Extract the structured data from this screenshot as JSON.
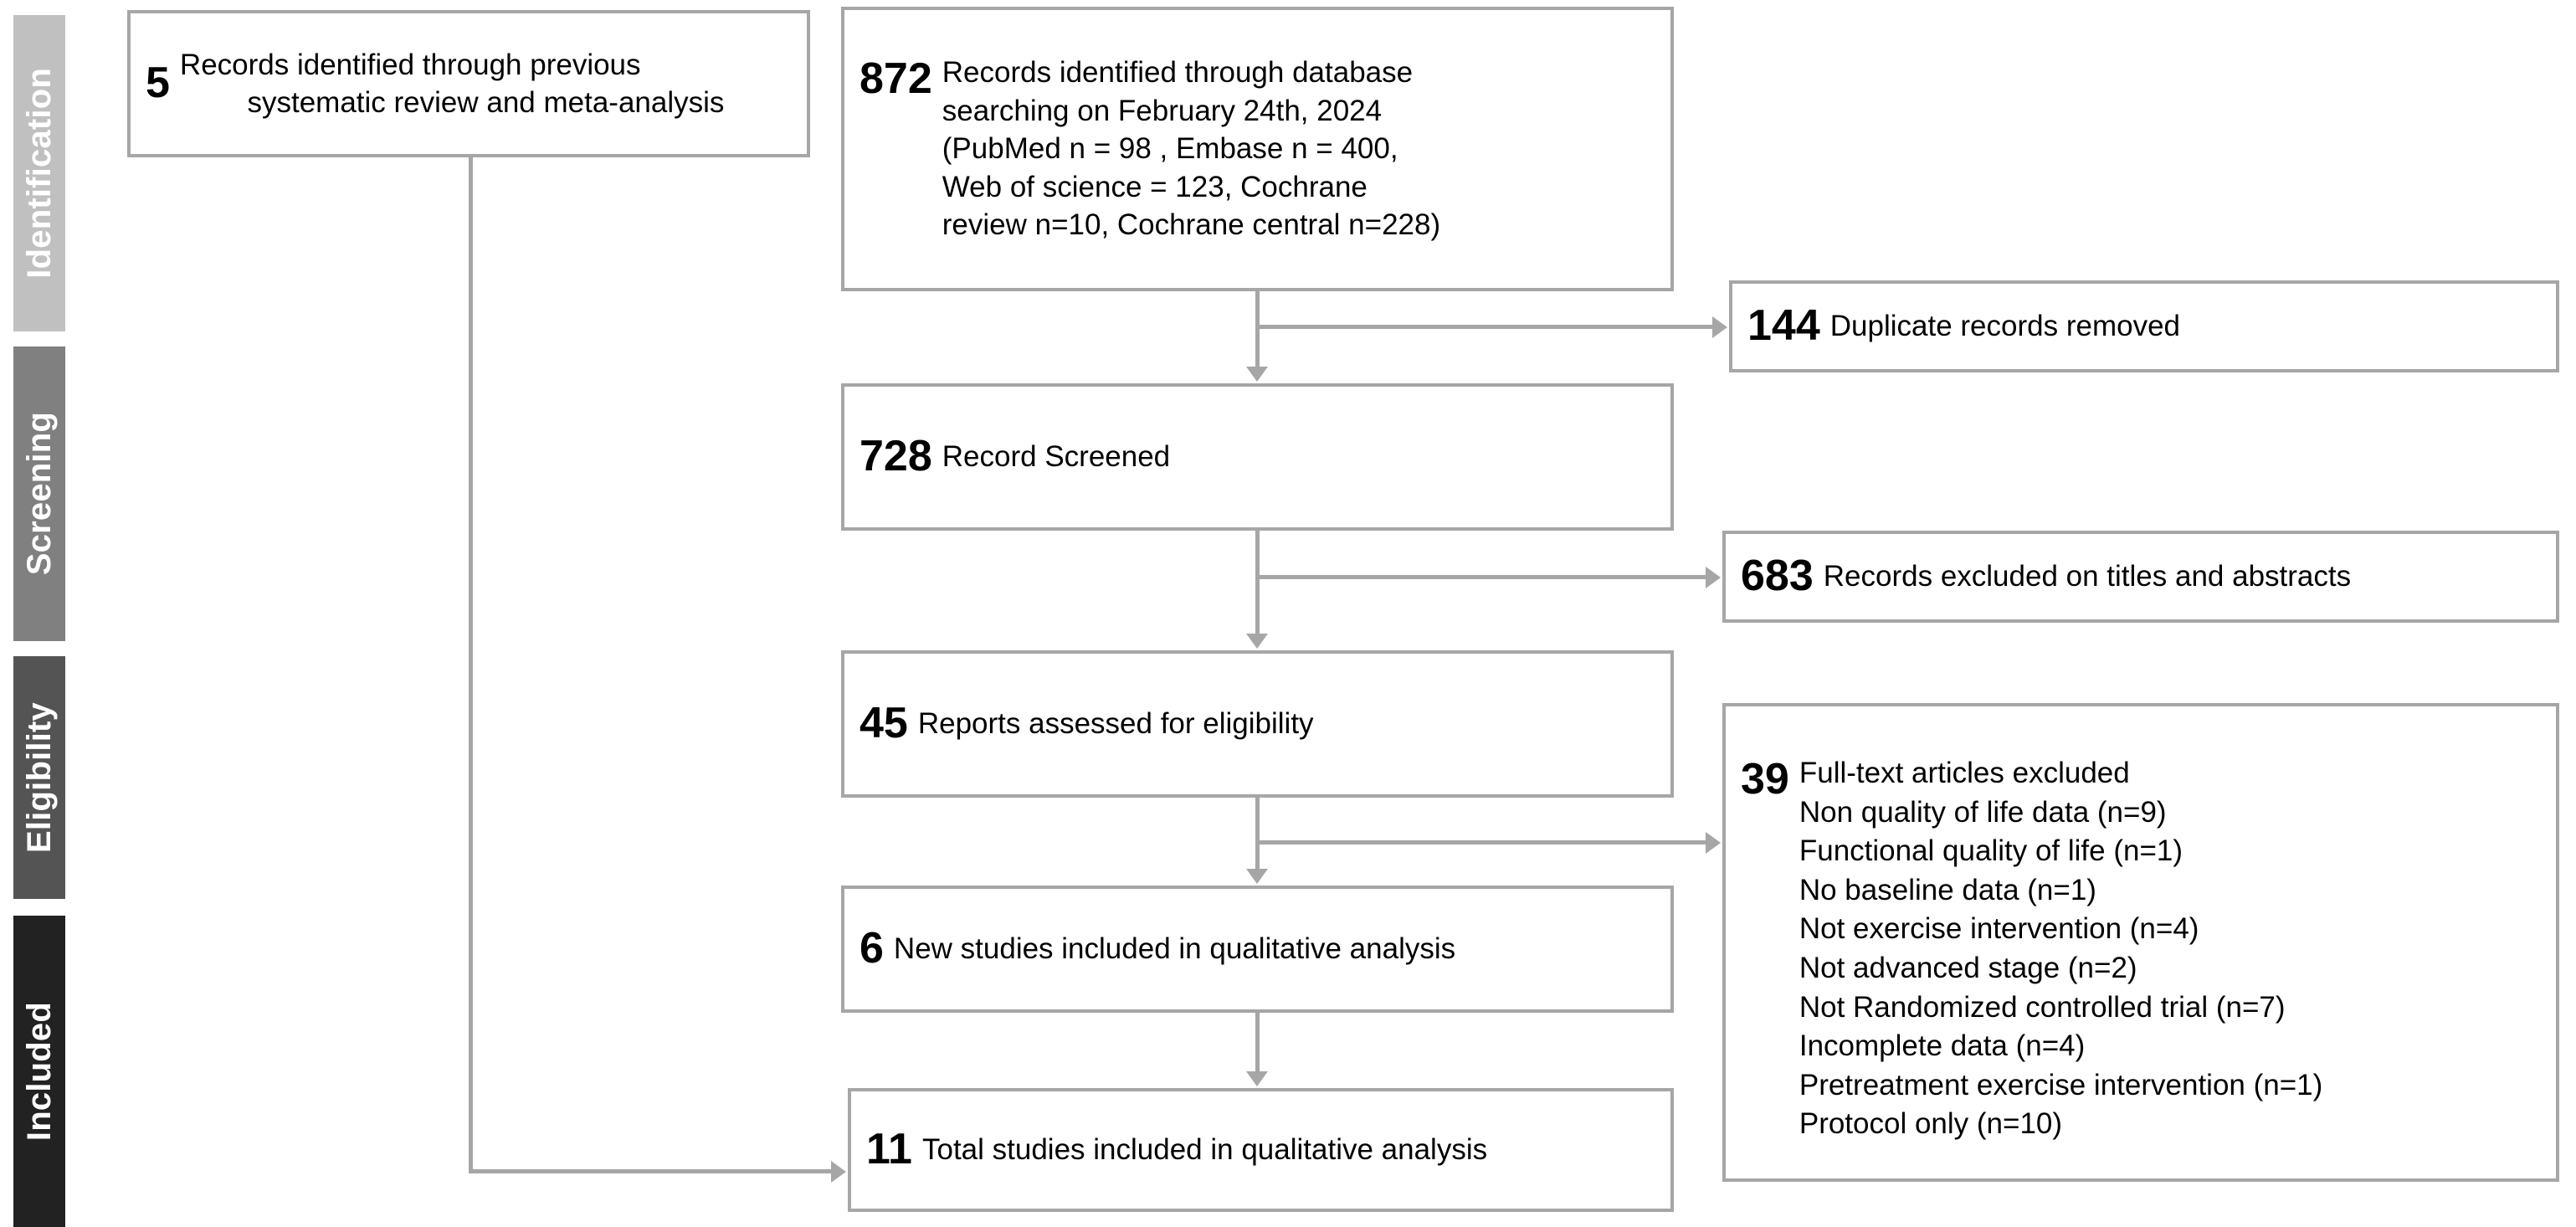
{
  "diagram": {
    "title": "PRISMA flow diagram",
    "accent_color": "#a6a6a6",
    "text_color": "#000000"
  },
  "stages": [
    {
      "id": "identification",
      "label": "Identification",
      "color": "#c0c0c0"
    },
    {
      "id": "screening",
      "label": "Screening",
      "color": "#808080"
    },
    {
      "id": "eligibility",
      "label": "Eligibility",
      "color": "#545454"
    },
    {
      "id": "included",
      "label": "Included",
      "color": "#222222"
    }
  ],
  "boxes": {
    "previous_review": {
      "count": "5",
      "line1": "Records identified through previous",
      "line2": "systematic review and meta-analysis"
    },
    "database_search": {
      "count": "872",
      "line1": "Records identified through database",
      "line2": "searching on February 24th, 2024",
      "line3": "(PubMed n = 98 , Embase n = 400,",
      "line4": "Web of science = 123, Cochrane",
      "line5": "review n=10, Cochrane central n=228)"
    },
    "duplicates_removed": {
      "count": "144",
      "label": "Duplicate records removed"
    },
    "records_screened": {
      "count": "728",
      "label": "Record  Screened"
    },
    "excluded_titles_abstracts": {
      "count": "683",
      "label": "Records excluded on titles and abstracts"
    },
    "reports_assessed": {
      "count": "45",
      "label": "Reports assessed for eligibility"
    },
    "fulltext_excluded": {
      "count": "39",
      "label": "Full-text articles excluded",
      "reasons": [
        "Non quality of life data (n=9)",
        "Functional quality of life (n=1)",
        "No baseline data (n=1)",
        "Not exercise intervention (n=4)",
        "Not advanced stage (n=2)",
        "Not Randomized controlled trial (n=7)",
        "Incomplete data (n=4)",
        "Pretreatment exercise intervention (n=1)",
        "Protocol only (n=10)"
      ]
    },
    "new_studies": {
      "count": "6",
      "label": "New studies included in qualitative analysis"
    },
    "total_studies": {
      "count": "11",
      "label": "Total studies included in qualitative analysis"
    }
  }
}
